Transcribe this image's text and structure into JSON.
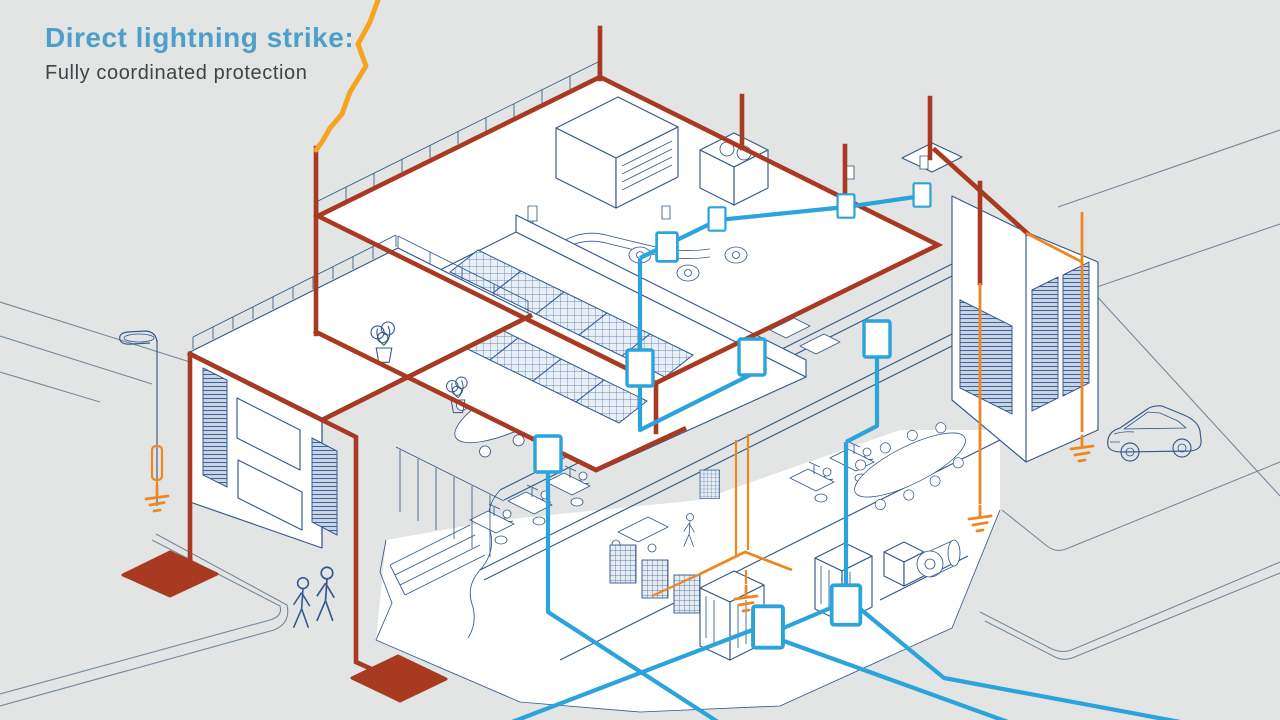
{
  "header": {
    "title": "Direct lightning strike:",
    "subtitle": "Fully coordinated protection"
  },
  "colors": {
    "bg": "#e2e5e3",
    "title": "#4d9fcb",
    "subtitle": "#3f4448",
    "line": "#34598c",
    "road": "#76889c",
    "red": "#a93a22",
    "orange": "#ee8722",
    "bolt": "#f6a41f",
    "blue": "#2ba3dc",
    "window_fill": "#c7d4e6",
    "solar_fill": "#e9eff7"
  },
  "scene": {
    "lightning_bolt": "direct-lightning-strike-bolt",
    "air_terminals": "air-termination-rods",
    "roof_ring": "roof-ring-conductor",
    "down_conductors": "down-conductors",
    "earth_plates": "earth-electrode-plates",
    "earth_plate_count": 2,
    "spd_boxes": "surge-protective-devices",
    "spd_count": 10,
    "bonding_bar": "equipotential-bonding-bar",
    "earth_symbols": "earthing-symbols",
    "solar_array": "rooftop-photovoltaic-array",
    "rooftop_plant": "rooftop-hvac-plant-room",
    "offices": "open-plan-office-floors",
    "basement": "basement-switchgear-generator-racks",
    "service_lines": "incoming-power-and-data-lines",
    "street_lamp": "earthed-street-lamp",
    "car": "parked-car",
    "pedestrians": "pedestrians"
  }
}
